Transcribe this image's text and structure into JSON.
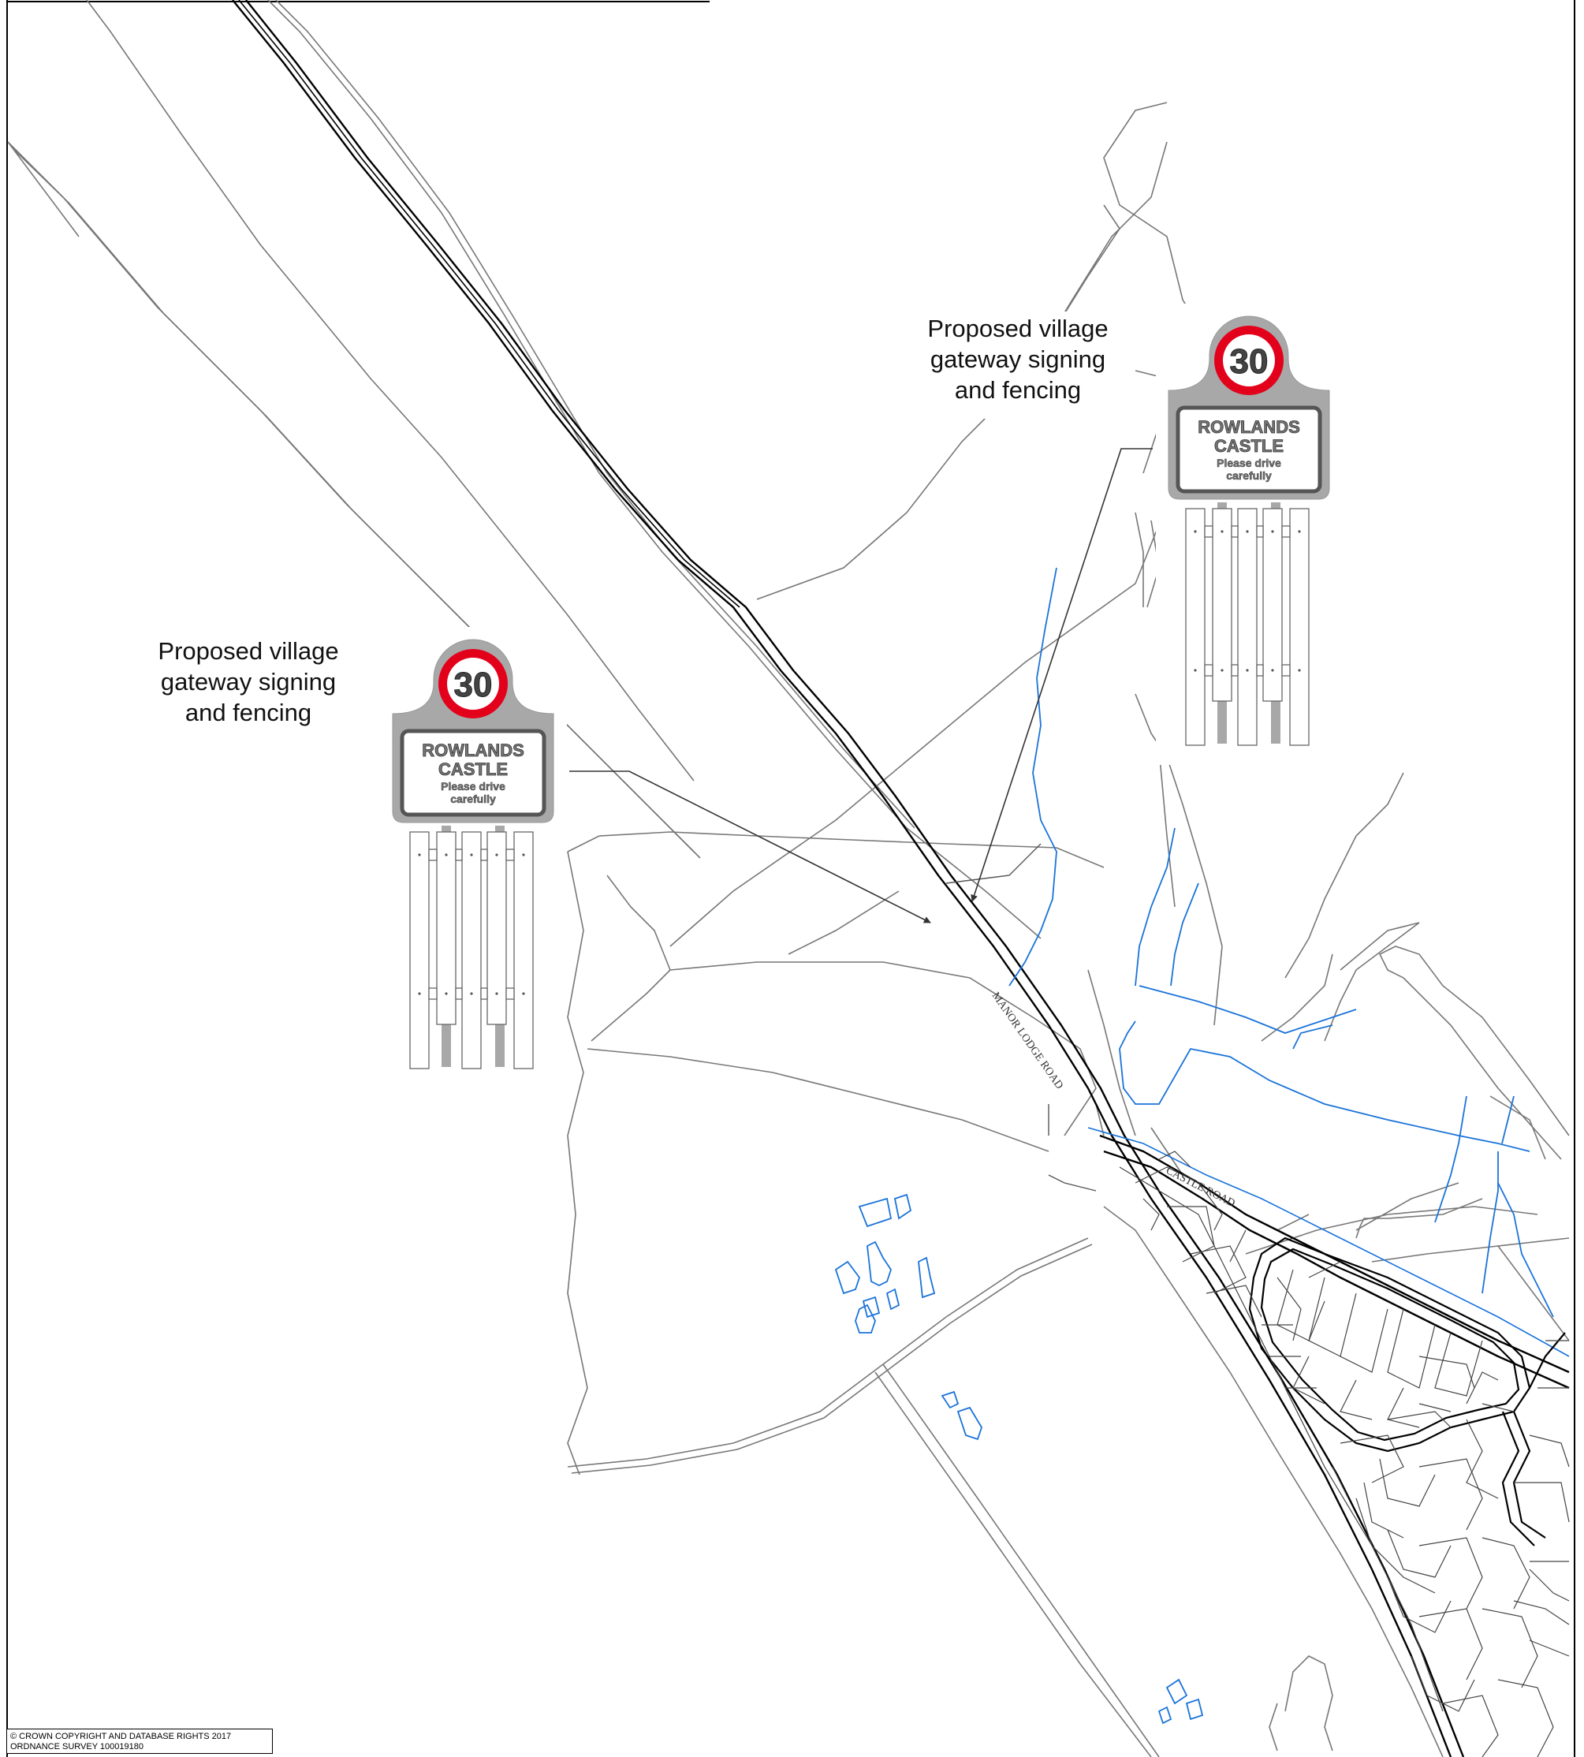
{
  "callouts": [
    {
      "line1": "Proposed village",
      "line2": "gateway signing",
      "line3": "and fencing"
    },
    {
      "line1": "Proposed village",
      "line2": "gateway signing",
      "line3": "and fencing"
    }
  ],
  "sign": {
    "speed_limit": "30",
    "village_line1": "ROWLANDS",
    "village_line2": "CASTLE",
    "message_line1": "Please drive",
    "message_line2": "carefully"
  },
  "road_labels": {
    "manor_lodge_road": "MANOR LODGE ROAD",
    "castle_road": "CASTLE ROAD"
  },
  "copyright": {
    "line1": "© CROWN COPYRIGHT AND DATABASE RIGHTS  2017",
    "line2": "ORDNANCE SURVEY 100019180"
  },
  "colors": {
    "linework": "#6e6e6e",
    "road_casing": "#000000",
    "water": "#1a73d9",
    "sign_red": "#e3001b",
    "sign_grey": "#a8a8a8",
    "sign_dark": "#555555"
  }
}
